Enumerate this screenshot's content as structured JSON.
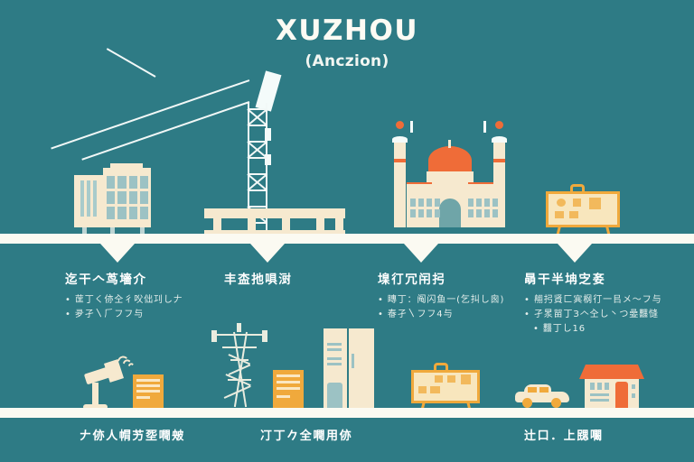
{
  "header": {
    "title": "XUZHOU",
    "subtitle": "(Anczion)"
  },
  "colors": {
    "background": "#2e7b85",
    "shelf": "#fbfaf2",
    "cream": "#f6e9cf",
    "orange": "#ef6c38",
    "gold": "#f0a93c",
    "window_teal": "#9cc2c4",
    "title_text": "#fdfbf4"
  },
  "top_row": {
    "markers": [
      130,
      296,
      466,
      636
    ],
    "columns": [
      {
        "heading": "迄干𠆢茑墻介",
        "bullets": [
          "䒰丁く㑊㒰彳㕮㑁㓚し𠂇",
          "夛孑〵𠂆フフ与"
        ],
        "illustration": "office-building-and-crane"
      },
      {
        "heading": "丰㭗扡㖵㴻",
        "bullets": [],
        "illustration": "construction-platform"
      },
      {
        "heading": "㙞㣔冗闬㧈",
        "bullets": [
          "䁣丁：阄闪鱼一(乞㧃し囪)",
          "㫪孑〵フフ4与"
        ],
        "illustration": "mosque-palace"
      },
      {
        "heading": "𣇵干半㘱㝎㚣",
        "bullets": [
          "䎃㧈䝨匚𡨄㭎㣔一㠯メ〜フ与",
          "孑㫤㽞丁З𠆢㒰し丶つ㬪䨻㦀",
          "䨻丁し16"
        ],
        "illustration": "presentation-easel"
      }
    ]
  },
  "bottom_row": {
    "columns": [
      {
        "caption": "𠂇㑊人㡌艻㘸㗿㿮",
        "illustration": "satellite-dish-and-server"
      },
      {
        "caption": "㓅丁𠂊全㗿用㑊",
        "illustration": "power-pylon-and-server"
      },
      {
        "caption": "辻口．上㥸㘚",
        "illustration": "car-and-house"
      }
    ],
    "items": [
      {
        "name": "satellite-dish",
        "type": "antenna"
      },
      {
        "name": "server-rack-1",
        "type": "rack"
      },
      {
        "name": "power-pylon",
        "type": "tower"
      },
      {
        "name": "server-rack-2",
        "type": "rack"
      },
      {
        "name": "storage-cabinet",
        "type": "cabinet"
      },
      {
        "name": "easel-board-2",
        "type": "board"
      },
      {
        "name": "car",
        "type": "vehicle"
      },
      {
        "name": "house",
        "type": "building"
      }
    ]
  }
}
